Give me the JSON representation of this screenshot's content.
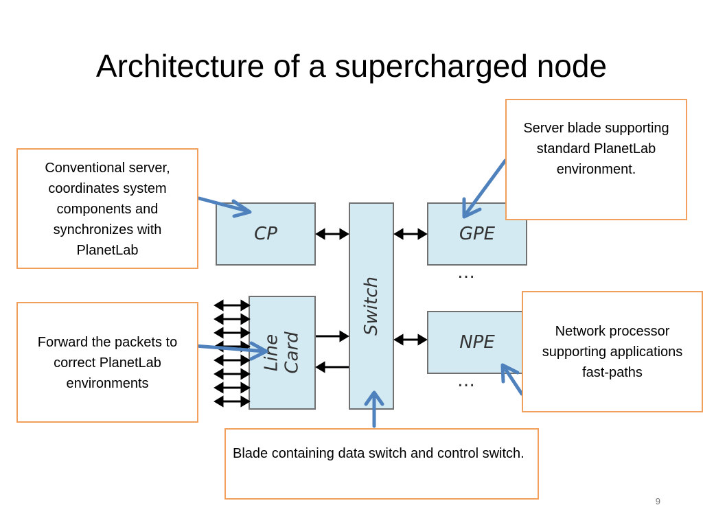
{
  "slide": {
    "title": "Architecture of a supercharged node",
    "page_number": "9"
  },
  "diagram": {
    "blocks": {
      "cp": "CP",
      "gpe": "GPE",
      "npe": "NPE",
      "switch": "Switch",
      "line_card_1": "Line",
      "line_card_2": "Card"
    },
    "ellipsis": "…"
  },
  "callouts": {
    "cp": "Conventional server, coordinates system components and synchronizes with PlanetLab",
    "line_card": "Forward the packets to correct PlanetLab environments",
    "gpe": "Server blade supporting standard PlanetLab environment.",
    "npe": "Network processor supporting applications fast-paths",
    "switch": "Blade containing data switch and control switch."
  },
  "colors": {
    "callout_border": "#f0a05a",
    "block_fill": "#d3eaf2",
    "pointer_arrow": "#4f81bd"
  }
}
